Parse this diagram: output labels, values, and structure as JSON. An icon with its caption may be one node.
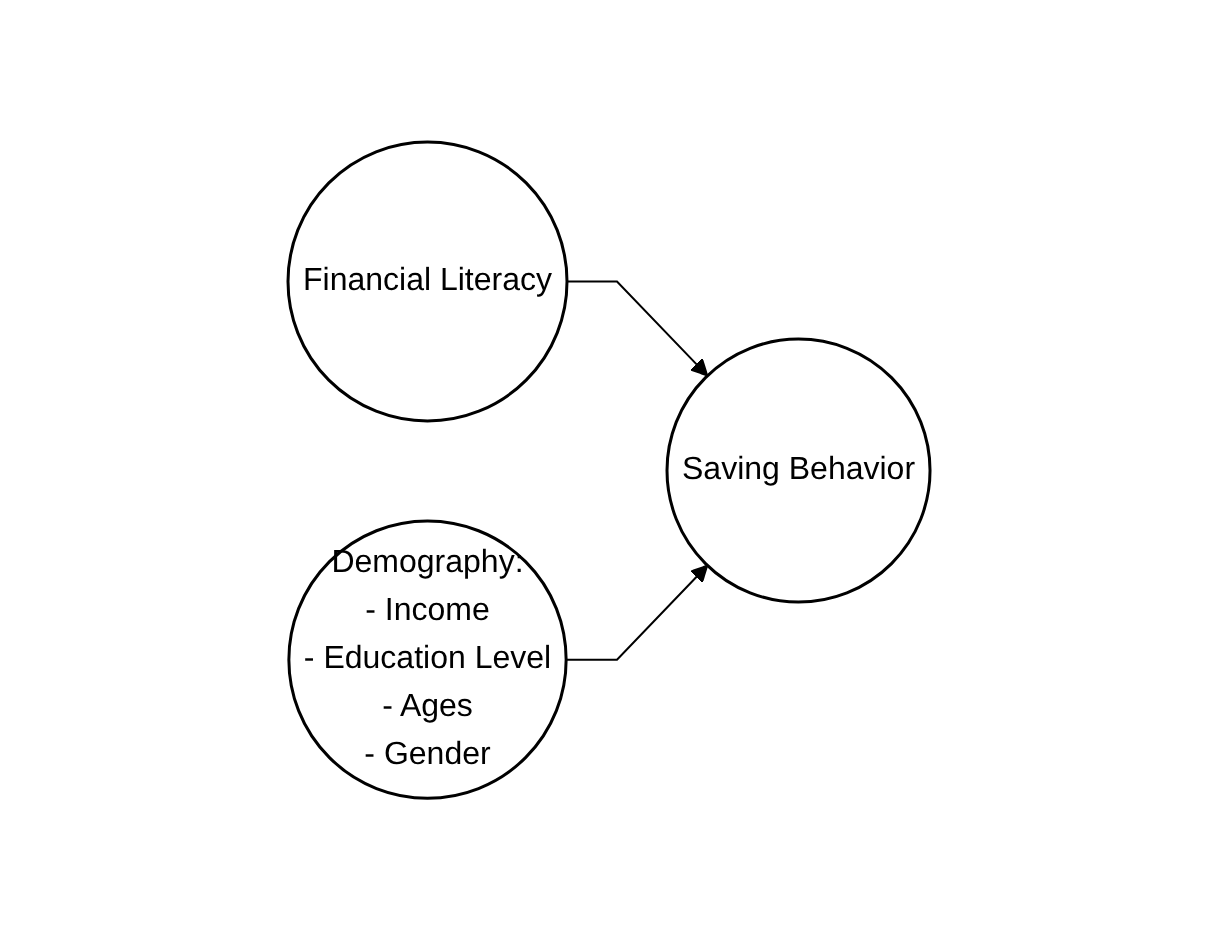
{
  "diagram": {
    "nodes": [
      {
        "text": [
          "Financial Literacy"
        ]
      },
      {
        "text": [
          "Demography:",
          "- Income",
          "- Education Level",
          "- Ages",
          "- Gender"
        ]
      },
      {
        "text": [
          "Saving Behavior"
        ]
      }
    ],
    "edges": [
      {
        "from": 0,
        "to": 2,
        "arrow": "to"
      },
      {
        "from": 1,
        "to": 2,
        "arrow": "to"
      }
    ]
  }
}
